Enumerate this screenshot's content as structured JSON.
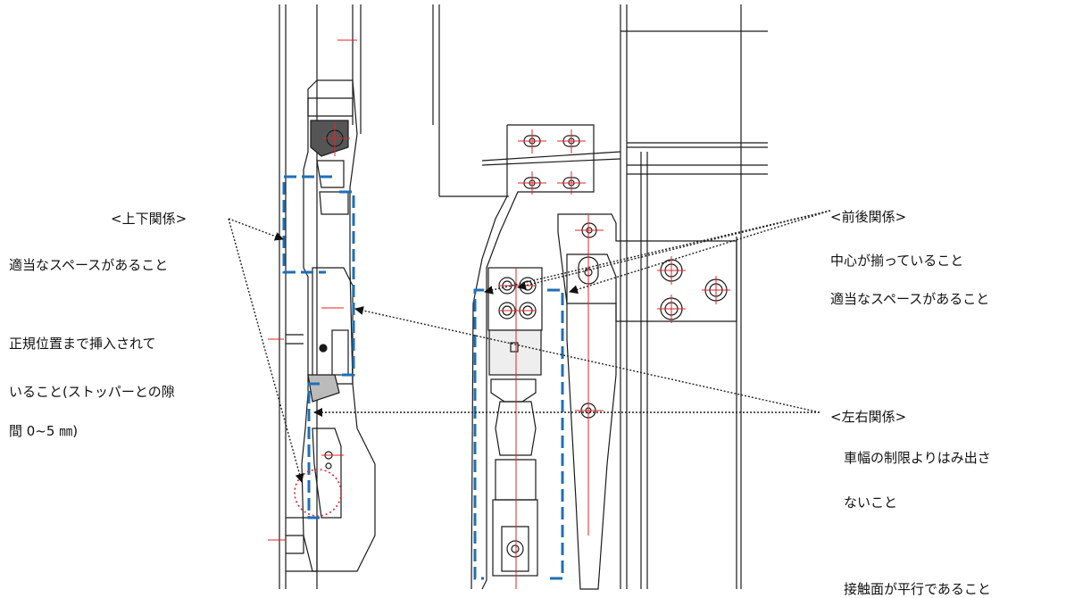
{
  "annotations": {
    "vertical_relation": {
      "heading": "<上下関係>",
      "note": "適当なスペースがあること"
    },
    "insertion": {
      "line1": "正規位置まで挿入されて",
      "line2": "いること(ストッパーとの隙",
      "line3": "間 0~5 ㎜)"
    },
    "front_back_relation": {
      "heading": "<前後関係>",
      "note1": "中心が揃っていること",
      "note2": "適当なスペースがあること"
    },
    "left_right_relation": {
      "heading": "<左右関係>",
      "note1": "車幅の制限よりはみ出さ",
      "note2": "ないこと"
    },
    "contact_surface": {
      "note": "接触面が平行であること"
    }
  },
  "colors": {
    "outline": "#1a1a1a",
    "centerline": "#e0242a",
    "highlight_box": "#1f6fb5",
    "leader": "#222222",
    "focus_circle": "#e0242a"
  }
}
